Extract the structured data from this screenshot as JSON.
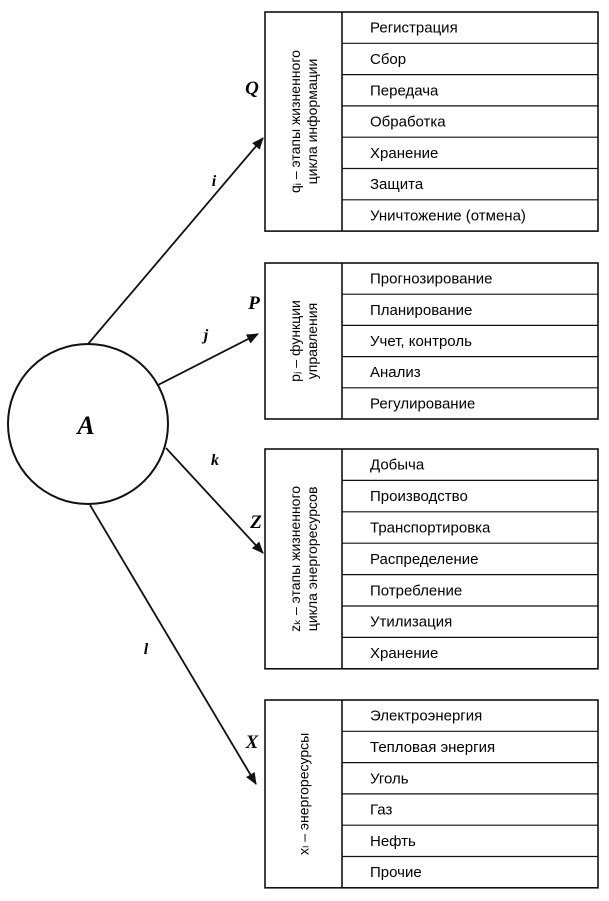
{
  "center": {
    "label": "A"
  },
  "groups": [
    {
      "id": "q",
      "letter": "Q",
      "index": "i",
      "side": [
        "qᵢ – этапы жизненного",
        "цикла информации"
      ],
      "items": [
        "Регистрация",
        "Сбор",
        "Передача",
        "Обработка",
        "Хранение",
        "Защита",
        "Уничтожение (отмена)"
      ]
    },
    {
      "id": "p",
      "letter": "P",
      "index": "j",
      "side": [
        "pⱼ – функции",
        "управления"
      ],
      "items": [
        "Прогнозирование",
        "Планирование",
        "Учет, контроль",
        "Анализ",
        "Регулирование"
      ]
    },
    {
      "id": "z",
      "letter": "Z",
      "index": "k",
      "side": [
        "zₖ – этапы жизненного",
        "цикла энергоресурсов"
      ],
      "items": [
        "Добыча",
        "Производство",
        "Транспортировка",
        "Распределение",
        "Потребление",
        "Утилизация",
        "Хранение"
      ]
    },
    {
      "id": "x",
      "letter": "X",
      "index": "l",
      "side": [
        "xₗ – энергоресурсы"
      ],
      "items": [
        "Электроэнергия",
        "Тепловая энергия",
        "Уголь",
        "Газ",
        "Нефть",
        "Прочие"
      ]
    }
  ]
}
